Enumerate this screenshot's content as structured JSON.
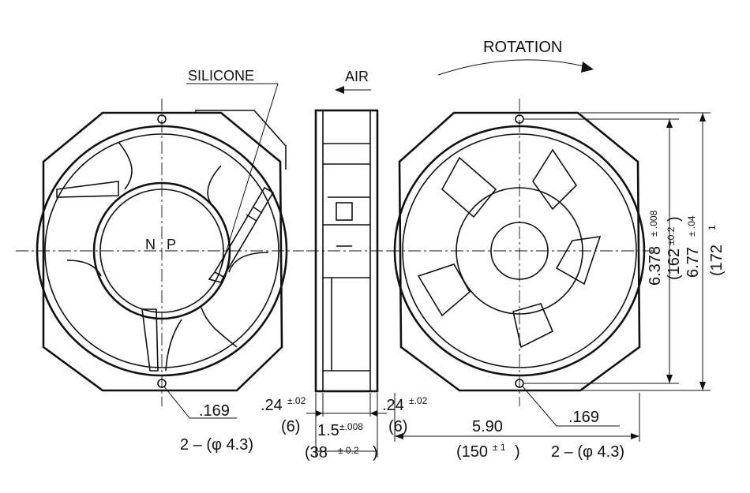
{
  "labels": {
    "silicone": "SILICONE",
    "air": "AIR",
    "rotation": "ROTATION",
    "np_n": "N",
    "np_p": "P"
  },
  "left_view": {
    "hole_dim": ".169",
    "hole_count": "2 – (φ 4.3)"
  },
  "side_view": {
    "flange_left_in": ".24",
    "flange_left_tol": "±.02",
    "flange_left_mm": "(6)",
    "flange_right_in": ".24",
    "flange_right_tol": "±.02",
    "flange_right_mm": "(6)",
    "depth_in": "1.5",
    "depth_tol": "±.008",
    "depth_mm": "(38",
    "depth_mm_tol": "± 0.2",
    "depth_mm_close": ")"
  },
  "right_view": {
    "hole_spacing_in": "5.90",
    "hole_spacing_mm": "(150",
    "hole_spacing_mm_tol": "± 1",
    "hole_spacing_mm_close": ")",
    "hole_dim": ".169",
    "hole_count": "2 – (φ 4.3)",
    "height_a_in": "6.378",
    "height_a_tol": "± .008",
    "height_a_mm": "(162",
    "height_a_mm_tol": "±0.2",
    "height_a_mm_close": ")",
    "height_b_in": "6.77",
    "height_b_tol": "± .04",
    "height_b_mm": "(172",
    "height_b_mm_tol": "1",
    "height_b_mm_close": ")"
  }
}
